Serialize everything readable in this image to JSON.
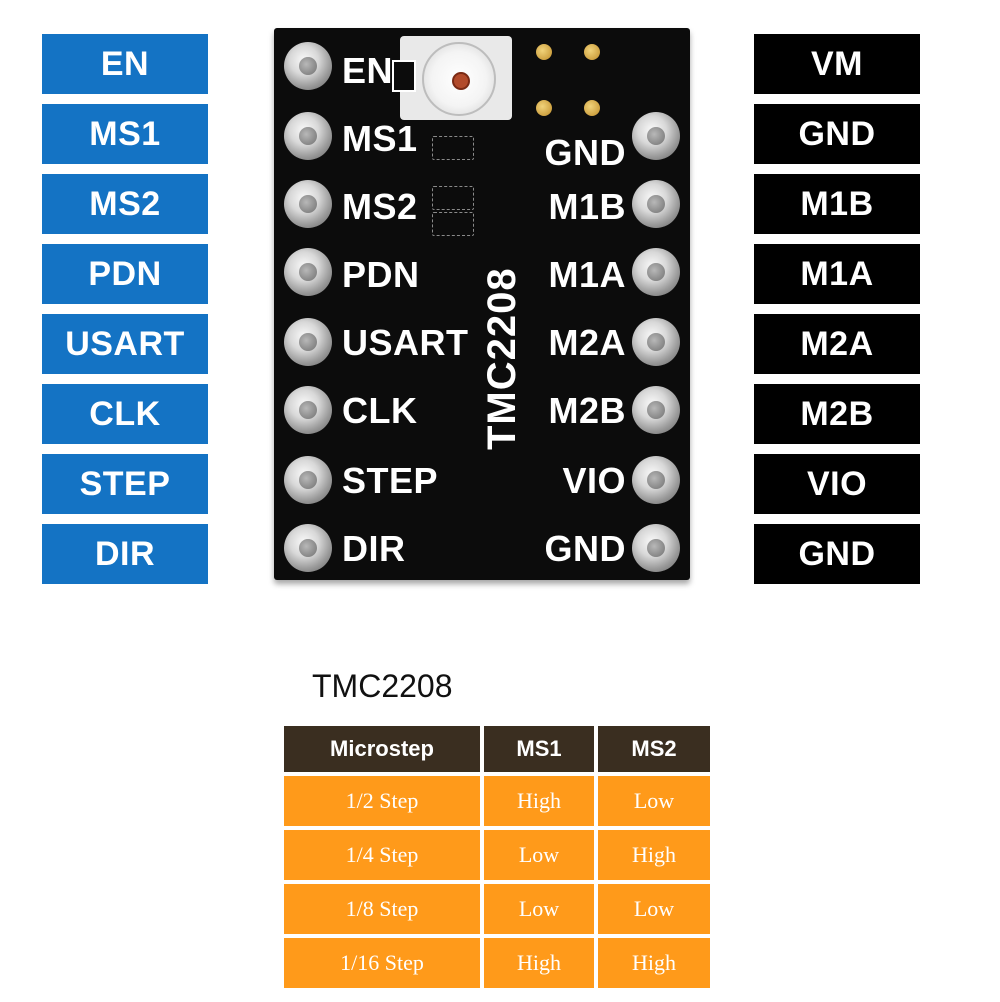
{
  "left_pins": [
    "EN",
    "MS1",
    "MS2",
    "PDN",
    "USART",
    "CLK",
    "STEP",
    "DIR"
  ],
  "right_pins": [
    "VM",
    "GND",
    "M1B",
    "M1A",
    "M2A",
    "M2B",
    "VIO",
    "GND"
  ],
  "board": {
    "chip_name": "TMC2208",
    "left_silk": [
      "EN",
      "MS1",
      "MS2",
      "PDN",
      "USART",
      "CLK",
      "STEP",
      "DIR"
    ],
    "right_silk": [
      "GND",
      "M1B",
      "M1A",
      "M2A",
      "M2B",
      "VIO",
      "GND"
    ]
  },
  "table": {
    "title": "TMC2208",
    "headers": [
      "Microstep",
      "MS1",
      "MS2"
    ],
    "rows": [
      [
        "1/2 Step",
        "High",
        "Low"
      ],
      [
        "1/4 Step",
        "Low",
        "High"
      ],
      [
        "1/8 Step",
        "Low",
        "Low"
      ],
      [
        "1/16 Step",
        "High",
        "High"
      ]
    ]
  },
  "colors": {
    "left_label_bg": "#1473c4",
    "right_label_bg": "#000000",
    "table_header_bg": "#3a2e20",
    "table_cell_bg": "#ff9a1a"
  }
}
